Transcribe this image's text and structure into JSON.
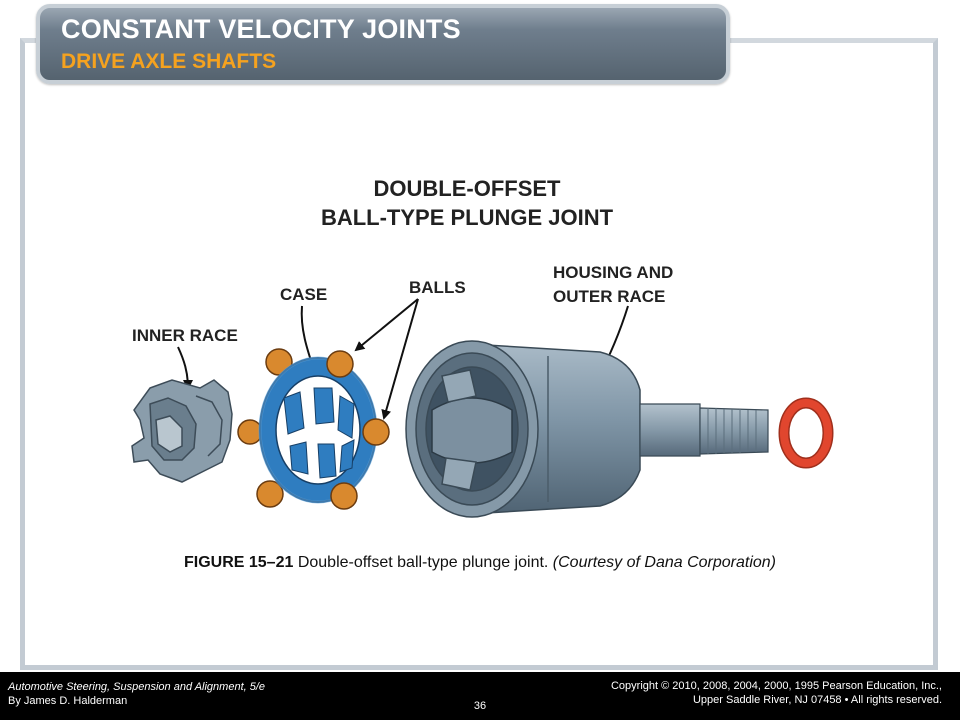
{
  "slide": {
    "title": "CONSTANT VELOCITY JOINTS",
    "subtitle": "DRIVE AXLE SHAFTS"
  },
  "diagram": {
    "heading_line1": "DOUBLE-OFFSET",
    "heading_line2": "BALL-TYPE PLUNGE JOINT",
    "labels": {
      "case": "CASE",
      "balls": "BALLS",
      "housing_line1": "HOUSING AND",
      "housing_line2": "OUTER RACE",
      "inner_race": "INNER RACE"
    }
  },
  "caption": {
    "figure_number": "FIGURE 15–21",
    "text": " Double-offset ball-type plunge joint. ",
    "credit": "(Courtesy of Dana Corporation)"
  },
  "footer": {
    "book_title": "Automotive Steering, Suspension and Alignment, 5/e",
    "author": "By James D. Halderman",
    "page_number": "36",
    "copyright_line1": "Copyright © 2010, 2008, 2004, 2000, 1995 Pearson Education, Inc.,",
    "copyright_line2": "Upper Saddle River, NJ 07458 • All rights reserved."
  },
  "colors": {
    "title_bar": "#5f6d7a",
    "subtitle": "#f5a21f",
    "cage": "#2f7dc0",
    "balls": "#d9892e",
    "housing": "#7f95a6",
    "snap_ring": "#e1462e"
  }
}
